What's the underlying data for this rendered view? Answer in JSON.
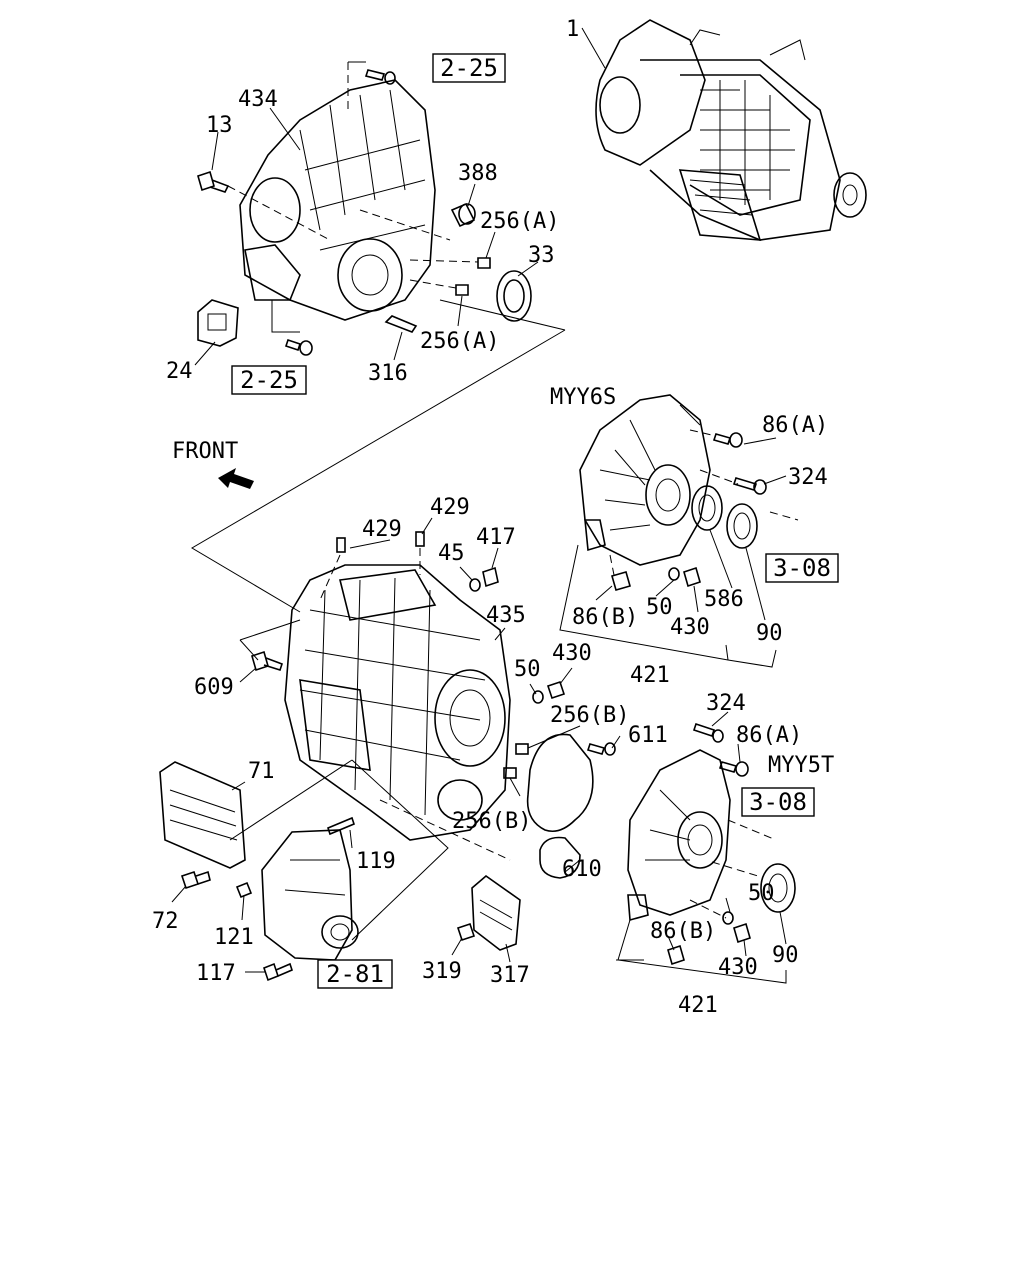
{
  "labels": {
    "p1": "1",
    "p434": "434",
    "p13": "13",
    "p388": "388",
    "p256a_top": "256(A)",
    "p33": "33",
    "p24": "24",
    "p316": "316",
    "p256a_low": "256(A)",
    "myy6s": "MYY6S",
    "p86a_r": "86(A)",
    "p324_r": "324",
    "front": "FRONT",
    "p429_a": "429",
    "p429_b": "429",
    "p45": "45",
    "p417": "417",
    "p435": "435",
    "p86b_r": "86(B)",
    "p50_r": "50",
    "p586": "586",
    "p430_r": "430",
    "p90_r": "90",
    "p421_top": "421",
    "p609": "609",
    "p50_mid": "50",
    "p430_mid": "430",
    "p256b_top": "256(B)",
    "p324_lr": "324",
    "p86a_lr": "86(A)",
    "p611": "611",
    "myy5t": "MYY5T",
    "p71": "71",
    "p256b_low": "256(B)",
    "p119": "119",
    "p610": "610",
    "p50_lr": "50",
    "p86b_lr": "86(B)",
    "p72": "72",
    "p121": "121",
    "p117": "117",
    "p319": "319",
    "p317": "317",
    "p430_lr": "430",
    "p90_lr": "90",
    "p421_low": "421"
  },
  "refs": {
    "r225_top": "2-25",
    "r225_low": "2-25",
    "r308_r": "3-08",
    "r308_lr": "3-08",
    "r281": "2-81"
  }
}
